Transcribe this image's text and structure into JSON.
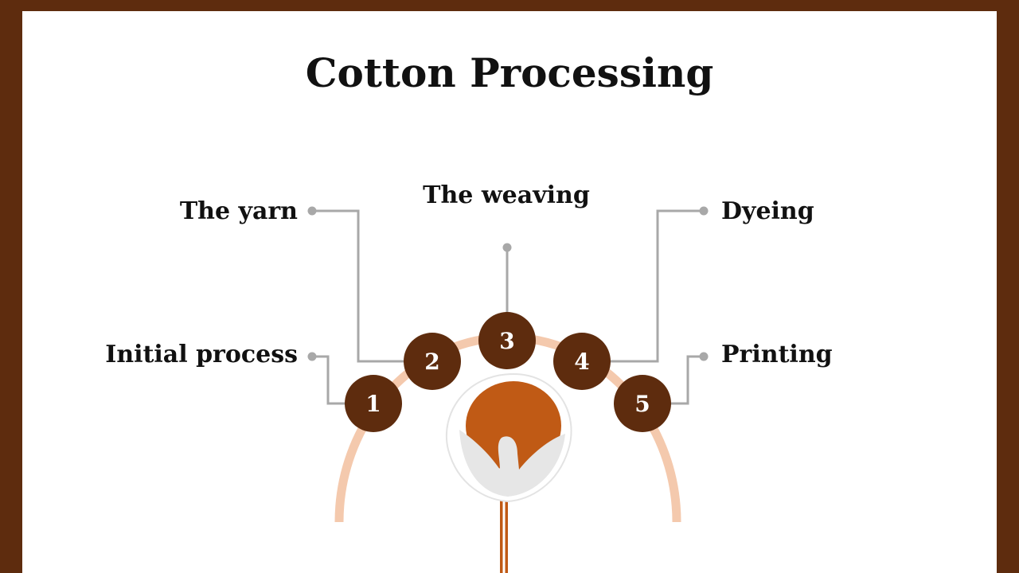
{
  "title": "Cotton Processing",
  "colors": {
    "frame": "#5e2c0e",
    "node": "#5e2c0e",
    "arc": "#f4c9ad",
    "connector": "#a8a8a8",
    "boll": "#c05a15",
    "petal": "#e6e6e6",
    "stem": "#c05a15"
  },
  "steps": [
    {
      "number": "1",
      "label": "Initial process"
    },
    {
      "number": "2",
      "label": "The yarn"
    },
    {
      "number": "3",
      "label": "The weaving"
    },
    {
      "number": "4",
      "label": "Dyeing"
    },
    {
      "number": "5",
      "label": "Printing"
    }
  ],
  "icon": "cotton-flower-icon"
}
